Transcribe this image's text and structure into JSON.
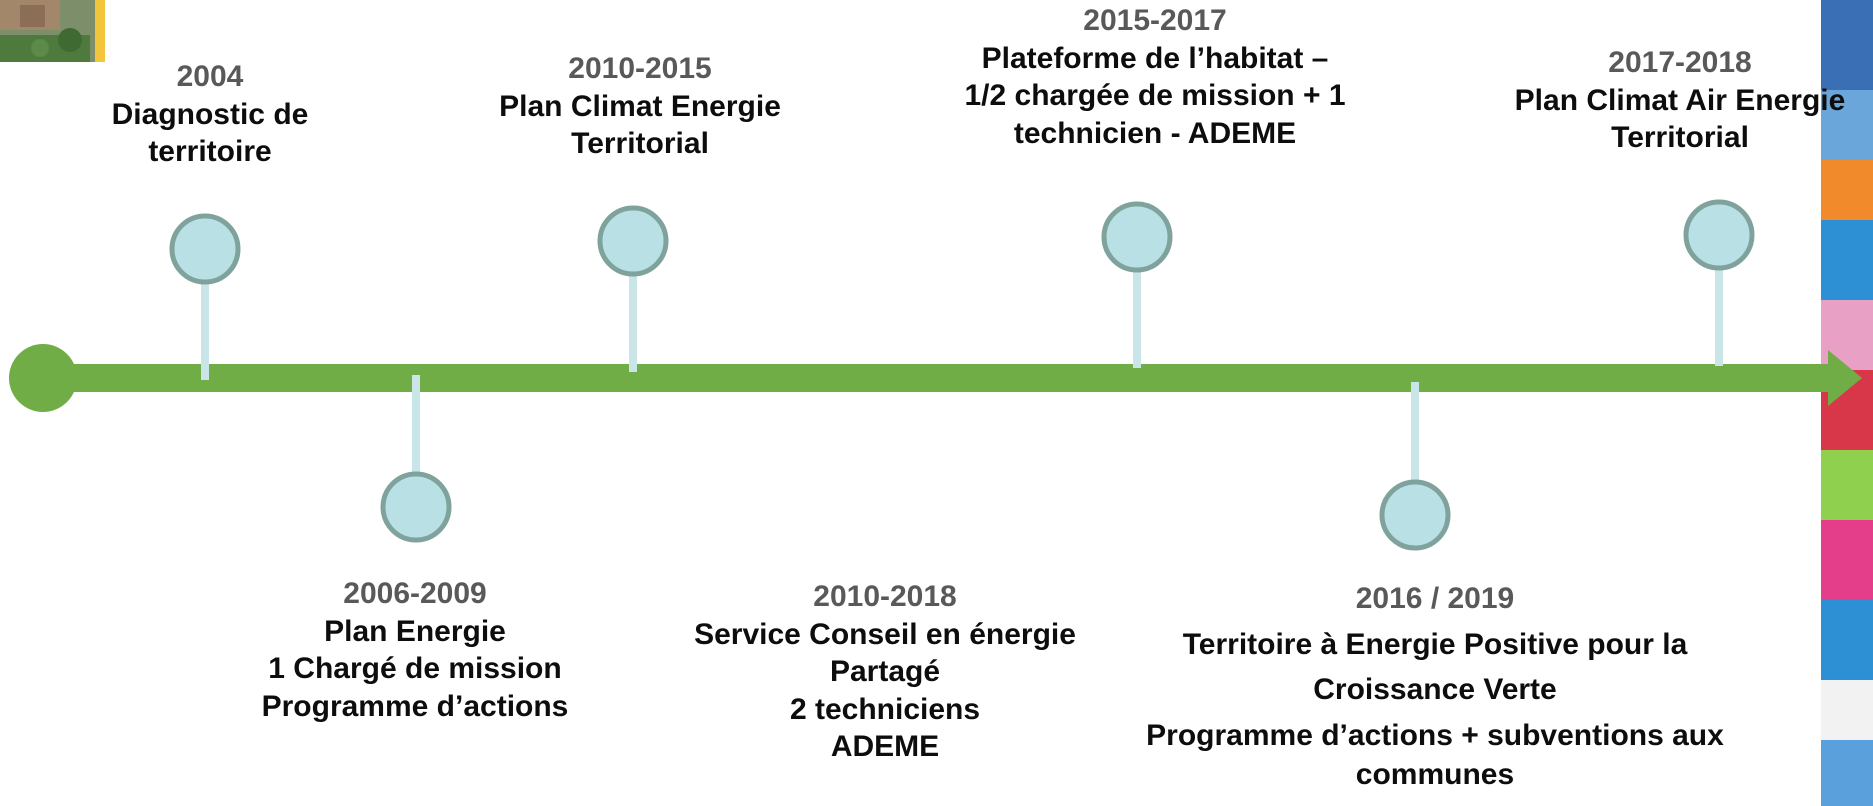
{
  "colors": {
    "axis": "#70ad47",
    "node_fill": "#b9e0e4",
    "node_stroke": "#7fa39c",
    "stem": "#c9e5e8",
    "year": "#595959",
    "text": "#0d0d0d"
  },
  "events": [
    {
      "id": "e2004",
      "year": "2004",
      "lines": [
        "Diagnostic de",
        "territoire"
      ]
    },
    {
      "id": "e2006",
      "year": "2006-2009",
      "lines": [
        "Plan Energie",
        "1 Chargé de mission",
        "Programme d’actions"
      ]
    },
    {
      "id": "e2010a",
      "year": "2010-2015",
      "lines": [
        "Plan Climat Energie",
        "Territorial"
      ]
    },
    {
      "id": "e2010b",
      "year": "2010-2018",
      "lines": [
        "Service Conseil en énergie",
        "Partagé",
        "2 techniciens",
        "ADEME"
      ]
    },
    {
      "id": "e2015",
      "year": "2015-2017",
      "lines": [
        "Plateforme de l’habitat –",
        "1/2 chargée de mission + 1",
        "technicien - ADEME"
      ]
    },
    {
      "id": "e2016",
      "year": "2016 / 2019",
      "lines": [
        "Territoire à Energie Positive pour la",
        "Croissance Verte",
        "Programme d’actions + subventions aux",
        "communes"
      ]
    },
    {
      "id": "e2017",
      "year": "2017-2018",
      "lines": [
        "Plan Climat Air Energie",
        "Territorial"
      ]
    }
  ]
}
